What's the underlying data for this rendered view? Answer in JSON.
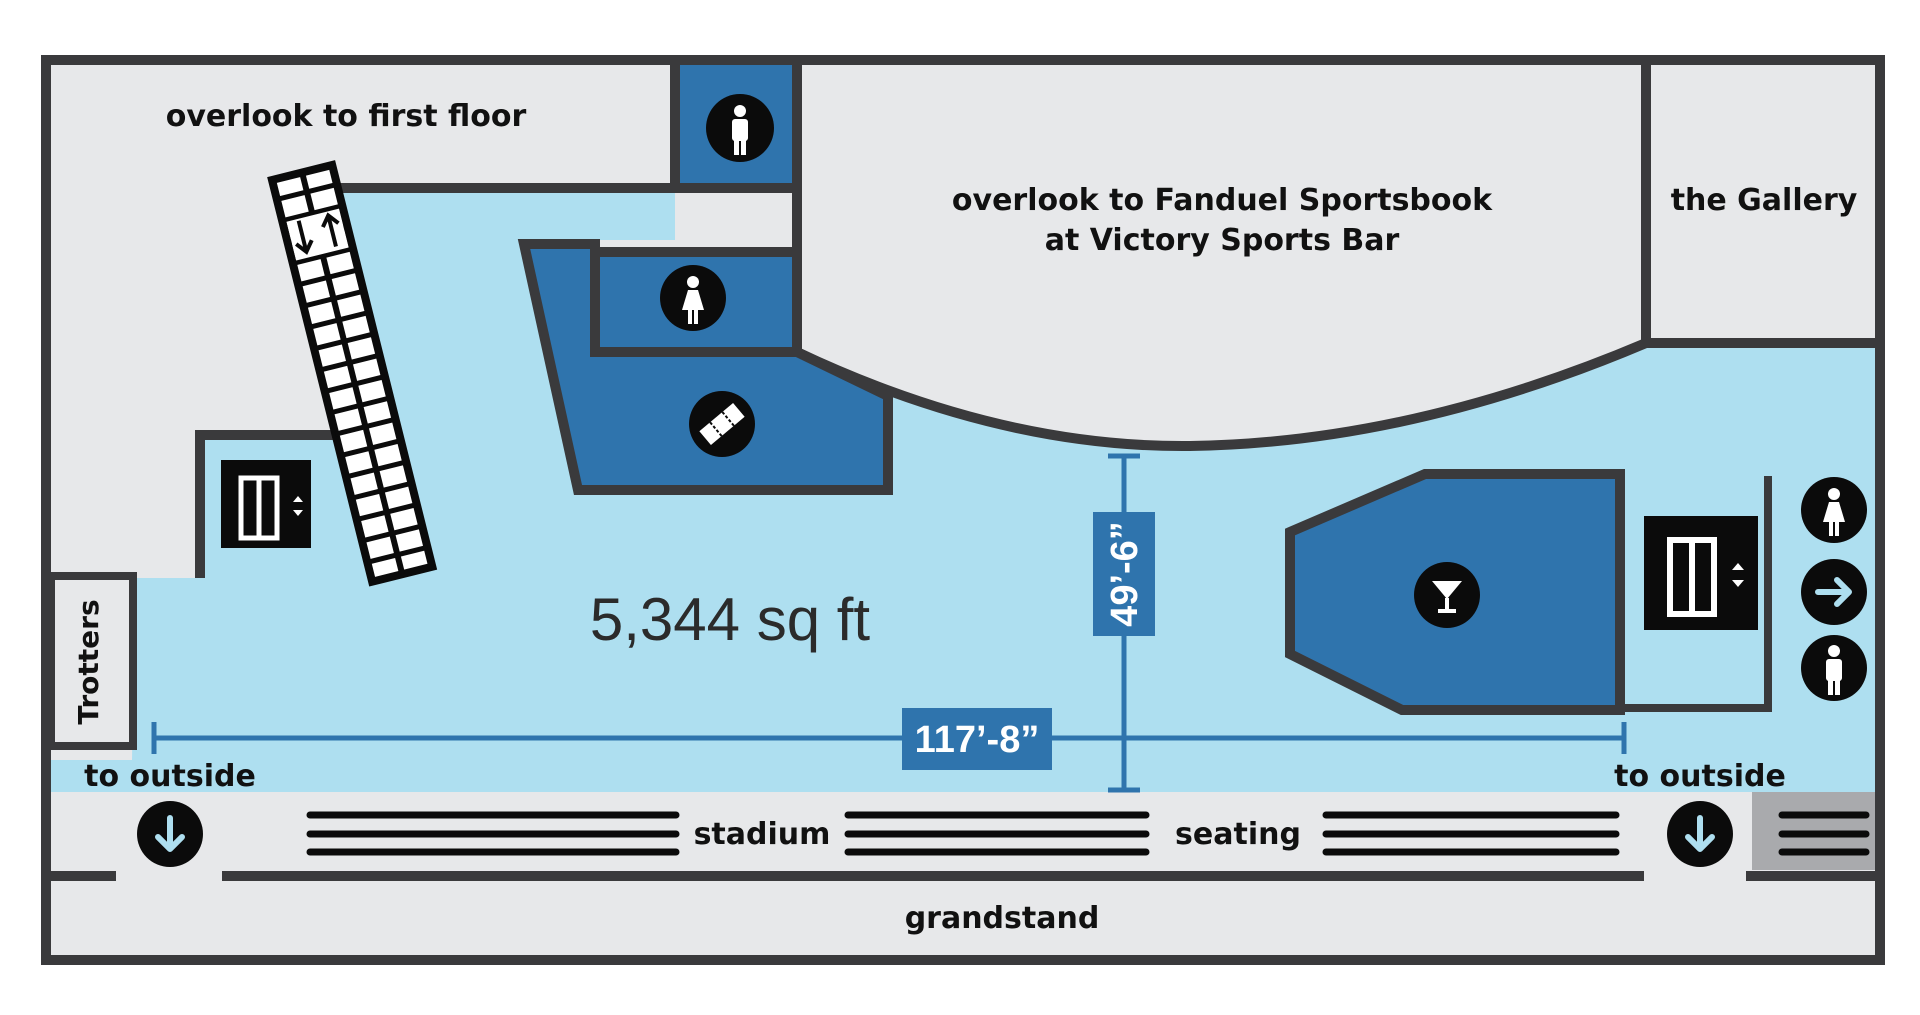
{
  "labels": {
    "overlook_first": "overlook to first floor",
    "overlook_sportsbook_1": "overlook to Fanduel Sportsbook",
    "overlook_sportsbook_2": "at Victory Sports Bar",
    "gallery": "the Gallery",
    "trotters": "Trotters",
    "area": "5,344 sq ft",
    "to_outside_left": "to outside",
    "to_outside_right": "to outside",
    "stadium": "stadium",
    "seating": "seating",
    "grandstand": "grandstand"
  },
  "dimensions": {
    "width": "117’-8”",
    "depth": "49’-6”"
  },
  "colors": {
    "wall": "#3a3a3c",
    "floor": "#aedff0",
    "room": "#2f74ad",
    "grey": "#e7e8ea",
    "dim": "#2f74ad",
    "icon": "#0b0b0b"
  },
  "icons": [
    "men-restroom-icon",
    "women-restroom-icon",
    "ticket-icon",
    "elevator-icon",
    "escalator-icon",
    "cocktail-icon",
    "arrow-right-icon",
    "arrow-down-icon"
  ]
}
